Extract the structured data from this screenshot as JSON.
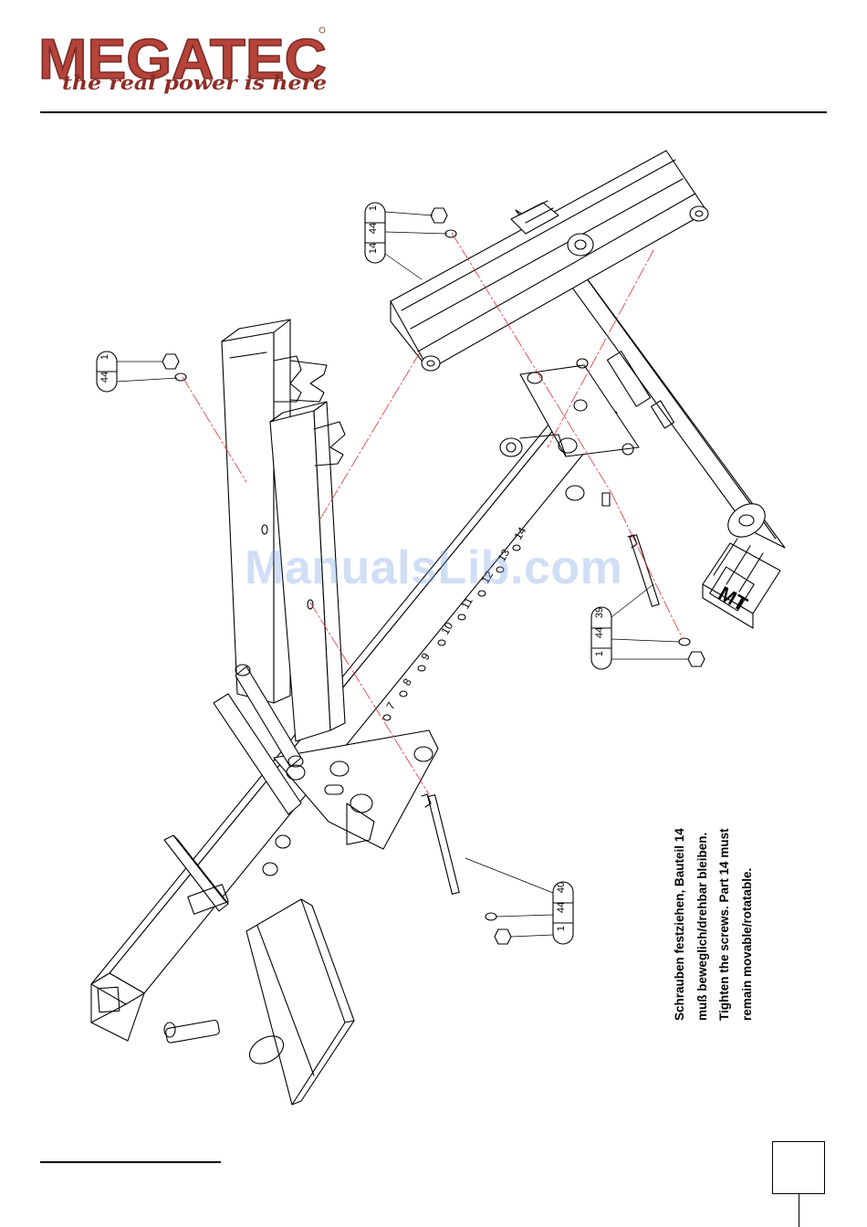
{
  "brand": {
    "name": "MEGATEC",
    "tagline": "the real power is here",
    "colors": {
      "logo_fill": "#b5433a",
      "logo_dark": "#7a2a23",
      "tagline": "#8e2c25"
    }
  },
  "assembly_note": {
    "german_line_1": "Schrauben festziehen, Bauteil 14",
    "german_line_2": "muß beweglich/drehbar bleiben.",
    "english_line_1": "Tighten the screws. Part 14 must",
    "english_line_2": "remain movable/rotatable."
  },
  "callouts": {
    "top_right": [
      "1",
      "44",
      "14"
    ],
    "top_left": [
      "1",
      "44"
    ],
    "right_middle": [
      "39",
      "44",
      "1"
    ],
    "bottom_middle": [
      "40",
      "44",
      "1"
    ]
  },
  "hole_labels": [
    "14",
    "13",
    "12",
    "11",
    "10",
    "9",
    "8",
    "7"
  ],
  "part_stamp": "MT",
  "watermark": "ManualsLib.com",
  "colors": {
    "leader_line": "#e03030",
    "watermark": "#a7c1ea"
  }
}
